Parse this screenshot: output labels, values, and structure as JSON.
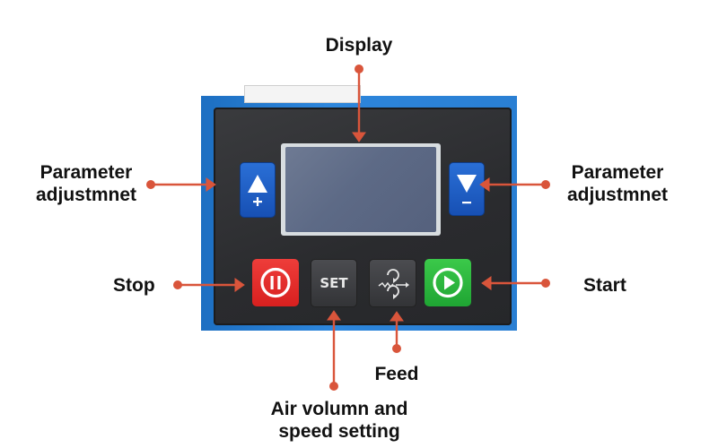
{
  "labels": {
    "display": "Display",
    "param_left": "Parameter\nadjustmnet",
    "param_right": "Parameter\nadjustmnet",
    "stop": "Stop",
    "start": "Start",
    "feed": "Feed",
    "air": "Air volumn and\nspeed setting"
  },
  "buttons": {
    "set": "SET"
  },
  "colors": {
    "annotation": "#d9553b",
    "stop_button": "#e52d2b",
    "start_button": "#2fb640",
    "arrow_buttons": "#1d5fc7",
    "device_body": "#2a80d6",
    "panel": "#2e2f32"
  },
  "icons": {
    "up": "triangle-up-plus-icon",
    "down": "triangle-down-minus-icon",
    "stop": "pause-circle-icon",
    "feed": "feed-rotate-icon",
    "start": "play-circle-icon"
  }
}
